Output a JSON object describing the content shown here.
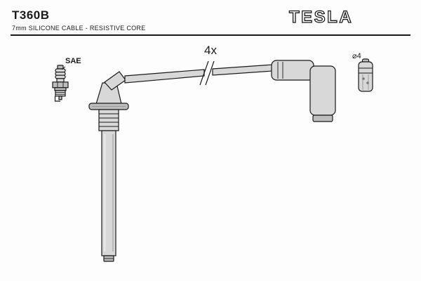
{
  "header": {
    "part_number": "T360B",
    "subtitle": "7mm SILICONE CABLE - RESISTIVE CORE",
    "brand": "TESLA"
  },
  "diagram": {
    "quantity_label": "4x",
    "spark_plug_label": "SAE",
    "terminal_diameter_label": "⌀4"
  },
  "colors": {
    "background": "#fdfdfd",
    "line": "#1a1a1a",
    "fill_light": "#d8d8d8",
    "fill_mid": "#bdbdbd",
    "fill_dark": "#8a8a8a"
  }
}
